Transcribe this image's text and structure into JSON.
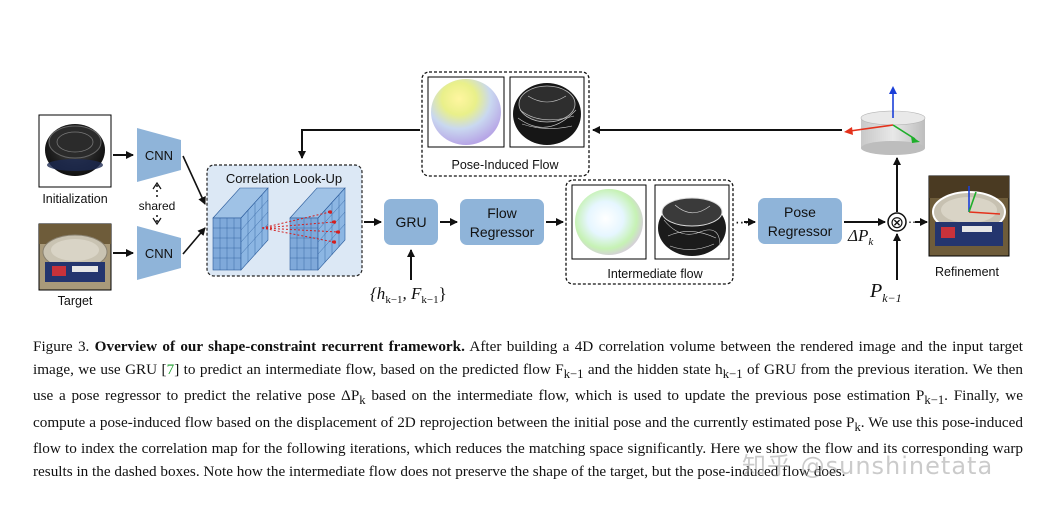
{
  "figure": {
    "labels": {
      "initialization": "Initialization",
      "target": "Target",
      "cnn_top": "CNN",
      "cnn_bottom": "CNN",
      "shared": "shared",
      "correlation": "Correlation Look-Up",
      "gru": "GRU",
      "flow_regressor_line1": "Flow",
      "flow_regressor_line2": "Regressor",
      "pose_regressor_line1": "Pose",
      "pose_regressor_line2": "Regressor",
      "intermediate_flow": "Intermediate flow",
      "pose_induced_flow": "Pose-Induced Flow",
      "refinement": "Refinement",
      "delta_p": "ΔP",
      "delta_p_sub": "k",
      "p_prev": "P",
      "p_prev_sub": "k−1",
      "hidden_input": "{h",
      "hidden_input_sub1": "k−1",
      "hidden_input_mid": ", F",
      "hidden_input_sub2": "k−1",
      "hidden_input_end": "}",
      "otimes": "⊗",
      "ellipsis": "⋯"
    },
    "colors": {
      "module_blue": "#8fb4d9",
      "panel_fill": "#dce8f5",
      "arrow": "#111111"
    }
  },
  "caption": {
    "prefix": "Figure 3. ",
    "title": "Overview of our shape-constraint recurrent framework.",
    "t1": " After building a 4D correlation volume between the rendered image and the input target image, we use GRU [",
    "ref": "7",
    "t2": "] to predict an intermediate flow, based on the predicted flow F",
    "s1": "k−1",
    "t3": " and the hidden state h",
    "s2": "k−1",
    "t4": " of GRU from the previous iteration. We then use a pose regressor to predict the relative pose ΔP",
    "s3": "k",
    "t5": " based on the intermediate flow, which is used to update the previous pose estimation P",
    "s4": "k−1",
    "t6": ". Finally, we compute a pose-induced flow based on the displacement of 2D reprojection between the initial pose and the currently estimated pose P",
    "s5": "k",
    "t7": ". We use this pose-induced flow to index the correlation map for the following iterations, which reduces the matching space significantly. Here we show the flow and its corresponding warp results in the dashed boxes. Note how the intermediate flow does not preserve the shape of the target, but the pose-induced flow does."
  },
  "watermark": "知乎 @sunshinetata"
}
